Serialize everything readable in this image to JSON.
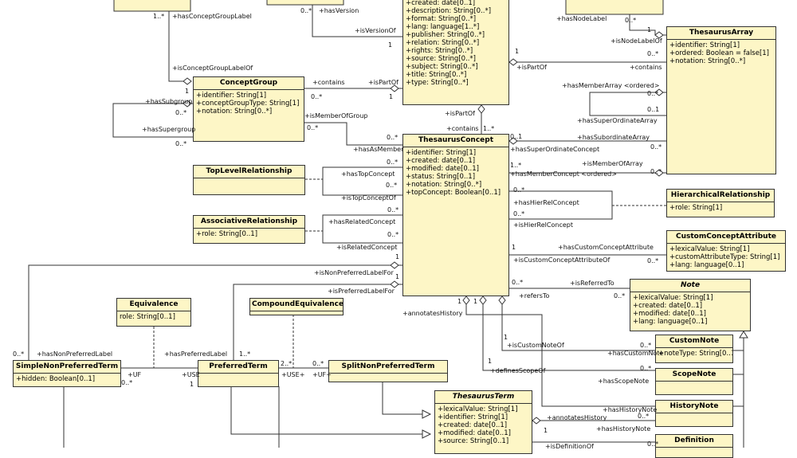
{
  "classes": {
    "concept_group": {
      "name": "ConceptGroup",
      "attrs": [
        "+identifier: String[1]",
        "+conceptGroupType: String[1]",
        "+notation: String[0..*]"
      ]
    },
    "thesaurus_array": {
      "name": "ThesaurusArray",
      "attrs": [
        "+identifier: String[1]",
        "+ordered: Boolean = false[1]",
        "+notation: String[0..*]"
      ]
    },
    "thesaurus_top": {
      "attrs": [
        "+created: date[0..1]",
        "+description: String[0..*]",
        "+format: String[0..*]",
        "+lang: language[1..*]",
        "+publisher: String[0..*]",
        "+relation: String[0..*]",
        "+rights: String[0..*]",
        "+source: String[0..*]",
        "+subject: String[0..*]",
        "+title: String[0..*]",
        "+type: String[0..*]"
      ]
    },
    "thesaurus_concept": {
      "name": "ThesaurusConcept",
      "attrs": [
        "+identifier: String[1]",
        "+created: date[0..1]",
        "+modified: date[0..1]",
        "+status: String[0..1]",
        "+notation: String[0..*]",
        "+topConcept: Boolean[0..1]"
      ]
    },
    "top_level_relationship": {
      "name": "TopLevelRelationship",
      "attrs": [
        ""
      ]
    },
    "associative_relationship": {
      "name": "AssociativeRelationship",
      "attrs": [
        "+role: String[0..1]"
      ]
    },
    "hierarchical_relationship": {
      "name": "HierarchicalRelationship",
      "attrs": [
        "+role: String[1]"
      ]
    },
    "custom_concept_attribute": {
      "name": "CustomConceptAttribute",
      "attrs": [
        "+lexicalValue: String[1]",
        "+customAttributeType: String[1]",
        "+lang: language[0..1]"
      ]
    },
    "note": {
      "name": "Note",
      "attrs": [
        "+lexicalValue: String[1]",
        "+created: date[0..1]",
        "+modified: date[0..1]",
        "+lang: language[0..1]"
      ]
    },
    "custom_note": {
      "name": "CustomNote",
      "attrs": [
        "+noteType: String[0..1]"
      ]
    },
    "scope_note": {
      "name": "ScopeNote",
      "attrs": [
        ""
      ]
    },
    "history_note": {
      "name": "HistoryNote",
      "attrs": [
        ""
      ]
    },
    "definition": {
      "name": "Definition",
      "attrs": [
        ""
      ]
    },
    "equivalence": {
      "name": "Equivalence",
      "attrs": [
        "role: String[0..1]"
      ]
    },
    "compound_equivalence": {
      "name": "CompoundEquivalence",
      "attrs": [
        ""
      ]
    },
    "simple_non_preferred_term": {
      "name": "SimpleNonPreferredTerm",
      "attrs": [
        "+hidden: Boolean[0..1]"
      ]
    },
    "preferred_term": {
      "name": "PreferredTerm",
      "attrs": [
        ""
      ]
    },
    "split_non_preferred_term": {
      "name": "SplitNonPreferredTerm",
      "attrs": [
        ""
      ]
    },
    "thesaurus_term": {
      "name": "ThesaurusTerm",
      "attrs": [
        "+lexicalValue: String[1]",
        "+identifier: String[1]",
        "+created: date[0..1]",
        "+modified: date[0..1]",
        "+source: String[0..1]"
      ]
    }
  },
  "labels": [
    {
      "t": "1..*"
    },
    {
      "t": "+hasConceptGroupLabel"
    },
    {
      "t": "0..*"
    },
    {
      "t": "+hasVersion"
    },
    {
      "t": "+isVersionOf"
    },
    {
      "t": "1"
    },
    {
      "t": "+hasNodeLabel"
    },
    {
      "t": "0..*"
    },
    {
      "t": "1"
    },
    {
      "t": "+isNodeLabelOf"
    },
    {
      "t": "1"
    },
    {
      "t": "0..*"
    },
    {
      "t": "+isPartOf"
    },
    {
      "t": "+contains"
    },
    {
      "t": "+isConceptGroupLabelOf"
    },
    {
      "t": "1"
    },
    {
      "t": "+contains"
    },
    {
      "t": "+isPartOf"
    },
    {
      "t": "0..*"
    },
    {
      "t": "1"
    },
    {
      "t": "+hasSubgroup"
    },
    {
      "t": "0..*"
    },
    {
      "t": "+hasSupergroup"
    },
    {
      "t": "0..*"
    },
    {
      "t": "+isMemberOfGroup"
    },
    {
      "t": "0..*"
    },
    {
      "t": "0..*"
    },
    {
      "t": "+hasMemberArray <ordered>"
    },
    {
      "t": "0..*"
    },
    {
      "t": "0..1"
    },
    {
      "t": "+hasSuperOrdinateArray"
    },
    {
      "t": "+isPartOf"
    },
    {
      "t": "+contains"
    },
    {
      "t": "1..*"
    },
    {
      "t": "0..1"
    },
    {
      "t": "+hasSubordinateArray"
    },
    {
      "t": "0..*"
    },
    {
      "t": "+hasSuperOrdinateConcept"
    },
    {
      "t": "1..*"
    },
    {
      "t": "+isMemberOfArray"
    },
    {
      "t": "+hasMemberConcept <ordered>"
    },
    {
      "t": "0..*"
    },
    {
      "t": "+hasAsMember"
    },
    {
      "t": "0..*"
    },
    {
      "t": "+hasTopConcept"
    },
    {
      "t": "0..*"
    },
    {
      "t": "+isTopConceptOf"
    },
    {
      "t": "0..*"
    },
    {
      "t": "0..*"
    },
    {
      "t": "+hasHierRelConcept"
    },
    {
      "t": "0..*"
    },
    {
      "t": "+isHierRelConcept"
    },
    {
      "t": "+hasRelatedConcept"
    },
    {
      "t": "0..*"
    },
    {
      "t": "+isRelatedConcept"
    },
    {
      "t": "1"
    },
    {
      "t": "+hasCustomConceptAttribute"
    },
    {
      "t": "+isCustomConceptAttributeOf"
    },
    {
      "t": "0..*"
    },
    {
      "t": "1"
    },
    {
      "t": "+isNonPreferredLabelFor"
    },
    {
      "t": "1"
    },
    {
      "t": "+isPreferredLabelFor"
    },
    {
      "t": "0..*"
    },
    {
      "t": "+isReferredTo"
    },
    {
      "t": "+refersTo"
    },
    {
      "t": "0..*"
    },
    {
      "t": "1"
    },
    {
      "t": "1"
    },
    {
      "t": "+annotatesHistory"
    },
    {
      "t": "1"
    },
    {
      "t": "+isCustomNoteOf"
    },
    {
      "t": "0..*"
    },
    {
      "t": "+hasCustomNote"
    },
    {
      "t": "1"
    },
    {
      "t": "+definesScopeOf"
    },
    {
      "t": "0..*"
    },
    {
      "t": "+hasScopeNote"
    },
    {
      "t": "0..*"
    },
    {
      "t": "+hasNonPreferredLabel"
    },
    {
      "t": "+hasPreferredLabel"
    },
    {
      "t": "1..*"
    },
    {
      "t": "+UF"
    },
    {
      "t": "0..*"
    },
    {
      "t": "+USE"
    },
    {
      "t": "1"
    },
    {
      "t": "2..*"
    },
    {
      "t": "+USE+"
    },
    {
      "t": "0..*"
    },
    {
      "t": "+UF+"
    },
    {
      "t": "+hasHistoryNote"
    },
    {
      "t": "0..*"
    },
    {
      "t": "+annotatesHistory"
    },
    {
      "t": "1"
    },
    {
      "t": "+hasHistoryNote"
    },
    {
      "t": "+isDefinitionOf"
    },
    {
      "t": "0..*"
    }
  ]
}
